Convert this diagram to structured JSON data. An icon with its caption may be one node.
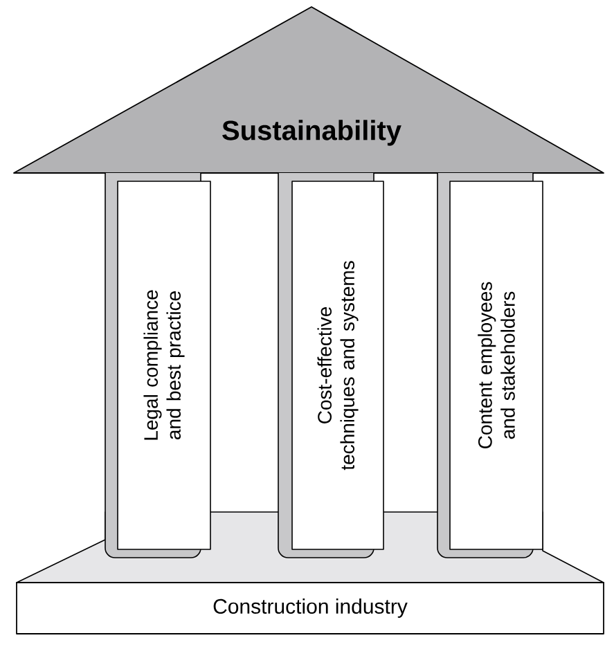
{
  "diagram": {
    "nodes": [
      {
        "text": [
          "Sustainability"
        ]
      },
      {
        "text": [
          "Legal compliance and best practice"
        ]
      },
      {
        "text": [
          "Cost-effective techniques and systems"
        ]
      },
      {
        "text": [
          "Content employees and stakeholders"
        ]
      },
      {
        "text": [
          "Construction industry"
        ]
      }
    ]
  }
}
